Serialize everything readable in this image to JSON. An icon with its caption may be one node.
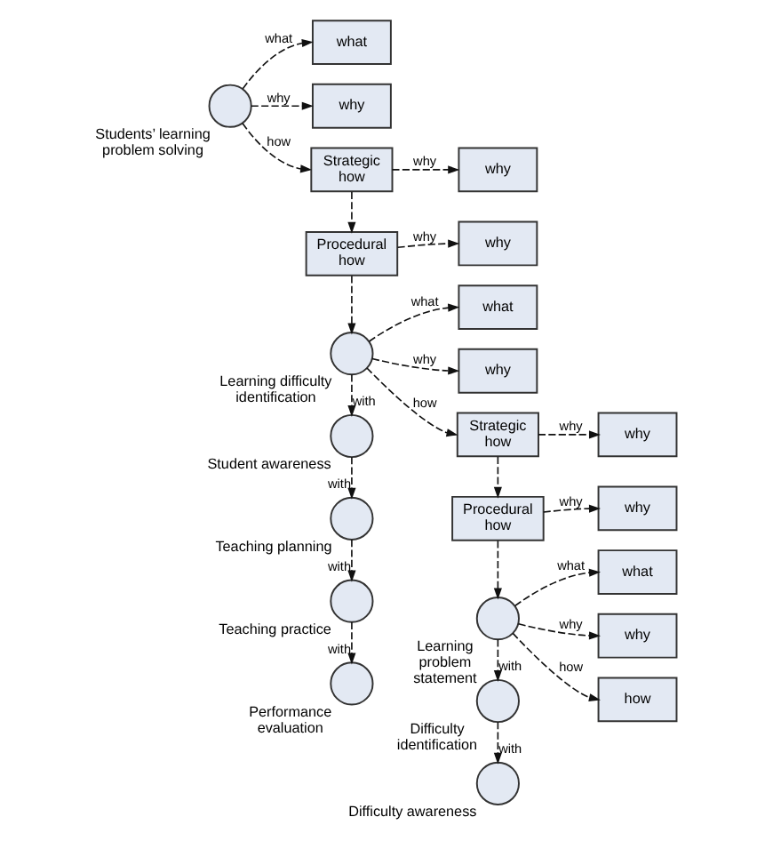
{
  "diagram": {
    "nodes": [
      {
        "text": [
          "Students’ learning problem solving"
        ]
      },
      {
        "text": [
          "what"
        ]
      },
      {
        "text": [
          "why"
        ]
      },
      {
        "text": [
          "Strategic how"
        ]
      },
      {
        "text": [
          "why"
        ]
      },
      {
        "text": [
          "Procedural how"
        ]
      },
      {
        "text": [
          "why"
        ]
      },
      {
        "text": [
          "Learning difficulty identification"
        ]
      },
      {
        "text": [
          "Student awareness"
        ]
      },
      {
        "text": [
          "Teaching planning"
        ]
      },
      {
        "text": [
          "Teaching practice"
        ]
      },
      {
        "text": [
          "Performance evaluation"
        ]
      },
      {
        "text": [
          "what"
        ]
      },
      {
        "text": [
          "why"
        ]
      },
      {
        "text": [
          "Strategic how"
        ]
      },
      {
        "text": [
          "why"
        ]
      },
      {
        "text": [
          "Procedural how"
        ]
      },
      {
        "text": [
          "why"
        ]
      },
      {
        "text": [
          "Learning problem statement"
        ]
      },
      {
        "text": [
          "Difficulty identification"
        ]
      },
      {
        "text": [
          "Difficulty awareness"
        ]
      },
      {
        "text": [
          "what"
        ]
      },
      {
        "text": [
          "why"
        ]
      },
      {
        "text": [
          "how"
        ]
      }
    ],
    "edges": [
      {
        "from": 0,
        "to": 1,
        "arrow": "to",
        "label": "what",
        "style": "dashed"
      },
      {
        "from": 0,
        "to": 2,
        "arrow": "to",
        "label": "why",
        "style": "dashed"
      },
      {
        "from": 0,
        "to": 3,
        "arrow": "to",
        "label": "how",
        "style": "dashed"
      },
      {
        "from": 3,
        "to": 4,
        "arrow": "to",
        "label": "why",
        "style": "dashed"
      },
      {
        "from": 3,
        "to": 5,
        "arrow": "to",
        "style": "dashed"
      },
      {
        "from": 5,
        "to": 6,
        "arrow": "to",
        "label": "why",
        "style": "dashed"
      },
      {
        "from": 5,
        "to": 7,
        "arrow": "to",
        "style": "dashed"
      },
      {
        "from": 7,
        "to": 8,
        "arrow": "to",
        "label": "with",
        "style": "dashed"
      },
      {
        "from": 8,
        "to": 9,
        "arrow": "to",
        "label": "with",
        "style": "dashed"
      },
      {
        "from": 9,
        "to": 10,
        "arrow": "to",
        "label": "with",
        "style": "dashed"
      },
      {
        "from": 10,
        "to": 11,
        "arrow": "to",
        "label": "with",
        "style": "dashed"
      },
      {
        "from": 7,
        "to": 12,
        "arrow": "to",
        "label": "what",
        "style": "dashed"
      },
      {
        "from": 7,
        "to": 13,
        "arrow": "to",
        "label": "why",
        "style": "dashed"
      },
      {
        "from": 7,
        "to": 14,
        "arrow": "to",
        "label": "how",
        "style": "dashed"
      },
      {
        "from": 14,
        "to": 15,
        "arrow": "to",
        "label": "why",
        "style": "dashed"
      },
      {
        "from": 14,
        "to": 16,
        "arrow": "to",
        "style": "dashed"
      },
      {
        "from": 16,
        "to": 17,
        "arrow": "to",
        "label": "why",
        "style": "dashed"
      },
      {
        "from": 16,
        "to": 18,
        "arrow": "to",
        "style": "dashed"
      },
      {
        "from": 18,
        "to": 19,
        "arrow": "to",
        "label": "with",
        "style": "dashed"
      },
      {
        "from": 19,
        "to": 20,
        "arrow": "to",
        "label": "with",
        "style": "dashed"
      },
      {
        "from": 18,
        "to": 21,
        "arrow": "to",
        "label": "what",
        "style": "dashed"
      },
      {
        "from": 18,
        "to": 22,
        "arrow": "to",
        "label": "why",
        "style": "dashed"
      },
      {
        "from": 18,
        "to": 23,
        "arrow": "to",
        "label": "how",
        "style": "dashed"
      }
    ]
  }
}
